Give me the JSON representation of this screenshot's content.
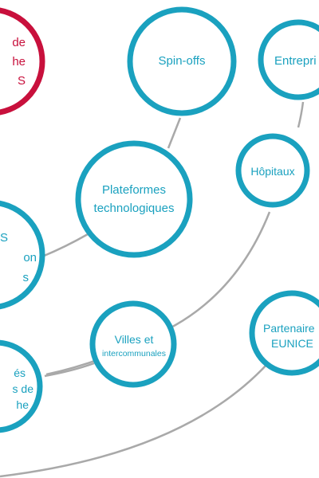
{
  "colors": {
    "node_blue": "#1aa1bf",
    "node_red": "#c8103c",
    "connector": "#a9a9a9"
  },
  "nodes": {
    "red_partial": {
      "line1": "de",
      "line2": "he",
      "line3": "S"
    },
    "spinoffs": {
      "label": "Spin-offs"
    },
    "entreprises": {
      "label": "Entrepri"
    },
    "hopitaux": {
      "label": "Hôpitaux"
    },
    "plateformes": {
      "line1": "Plateformes",
      "line2": "technologiques"
    },
    "left_mid": {
      "line1": "S",
      "line2": "on",
      "line3": "s"
    },
    "villes": {
      "line1": "Villes et",
      "line2": "intercommunales"
    },
    "partenaires": {
      "line1": "Partenaire",
      "line2": "EUNICE"
    },
    "left_bottom": {
      "line1": "és",
      "line2": "s de",
      "line3": "he"
    }
  }
}
